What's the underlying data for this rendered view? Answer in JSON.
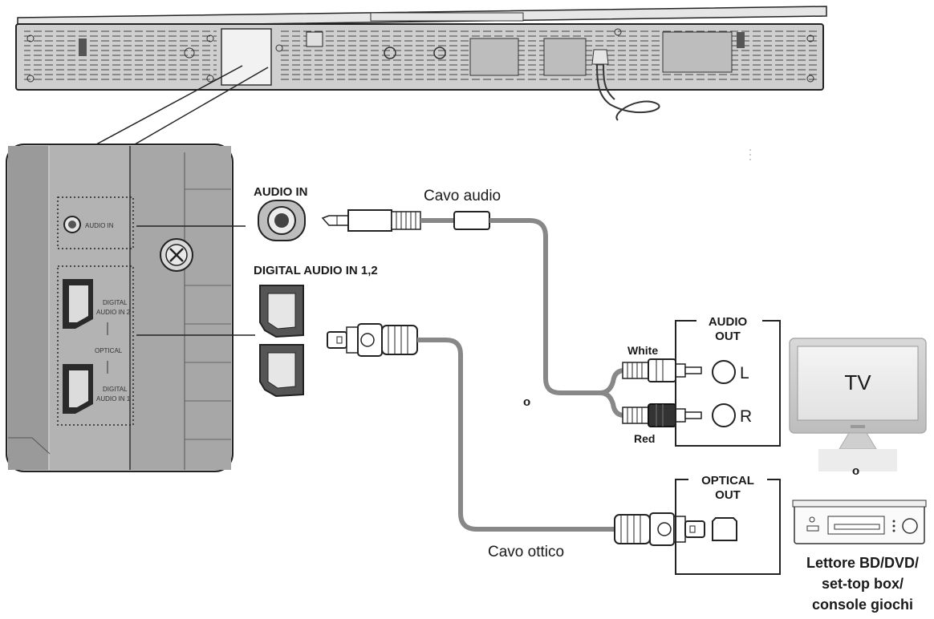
{
  "soundbar_panel": {
    "audio_in_label": "AUDIO IN",
    "digital_audio_in_2_line1": "DIGITAL",
    "digital_audio_in_2_line2": "AUDIO IN 2",
    "optical_label": "OPTICAL",
    "digital_audio_in_1_line1": "DIGITAL",
    "digital_audio_in_1_line2": "AUDIO IN 1"
  },
  "connectors": {
    "audio_in_title": "AUDIO IN",
    "digital_audio_in_title": "DIGITAL AUDIO IN 1,2"
  },
  "cables": {
    "audio_cable": "Cavo audio",
    "optical_cable": "Cavo ottico",
    "white_plug": "White",
    "red_plug": "Red"
  },
  "audio_out_box": {
    "title_line1": "AUDIO",
    "title_line2": "OUT",
    "left_channel": "L",
    "right_channel": "R"
  },
  "optical_out_box": {
    "title_line1": "OPTICAL",
    "title_line2": "OUT"
  },
  "or_separators": {
    "between_cables": "o",
    "between_devices": "o"
  },
  "devices": {
    "tv_screen_label": "TV",
    "player_line1": "Lettore BD/DVD/",
    "player_line2": "set-top box/",
    "player_line3": "console giochi"
  }
}
